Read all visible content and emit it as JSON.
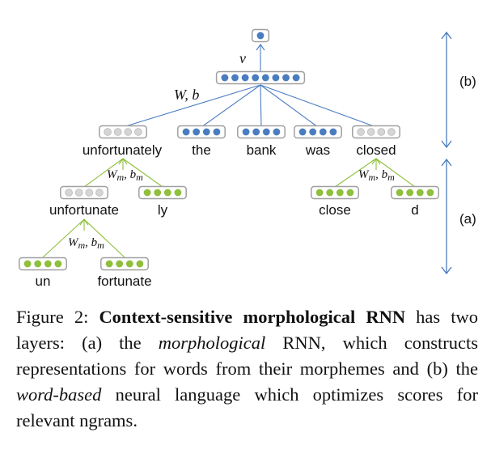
{
  "diagram": {
    "output_label": "v",
    "word_layer_weights": "W, b",
    "morph_weights_main": "W",
    "morph_weights_sub": "m",
    "morph_bias_main": "b",
    "morph_bias_sub": "m",
    "words": [
      "unfortunately",
      "the",
      "bank",
      "was",
      "closed"
    ],
    "morph_level1": [
      "unfortunate",
      "ly",
      "close",
      "d"
    ],
    "morph_level2": [
      "un",
      "fortunate"
    ],
    "layer_a_label": "(a)",
    "layer_b_label": "(b)",
    "colors": {
      "word_node": "#4a7cc0",
      "morph_node": "#8fbf3c",
      "composed_node": "#d5d5d5",
      "box_border": "#a0a0a0",
      "word_edge": "#4a7cc0",
      "morph_edge": "#8fbf3c",
      "bracket": "#4a7cc0"
    }
  },
  "caption": {
    "prefix": "Figure 2: ",
    "title": "Context-sensitive morphological RNN",
    "part1": " has two layers: (a) the ",
    "italic1": "morphological",
    "part2": " RNN, which constructs representations for words from their morphemes and (b) the ",
    "italic2": "word-based",
    "part3": " neural language which optimizes scores for relevant ngrams."
  }
}
